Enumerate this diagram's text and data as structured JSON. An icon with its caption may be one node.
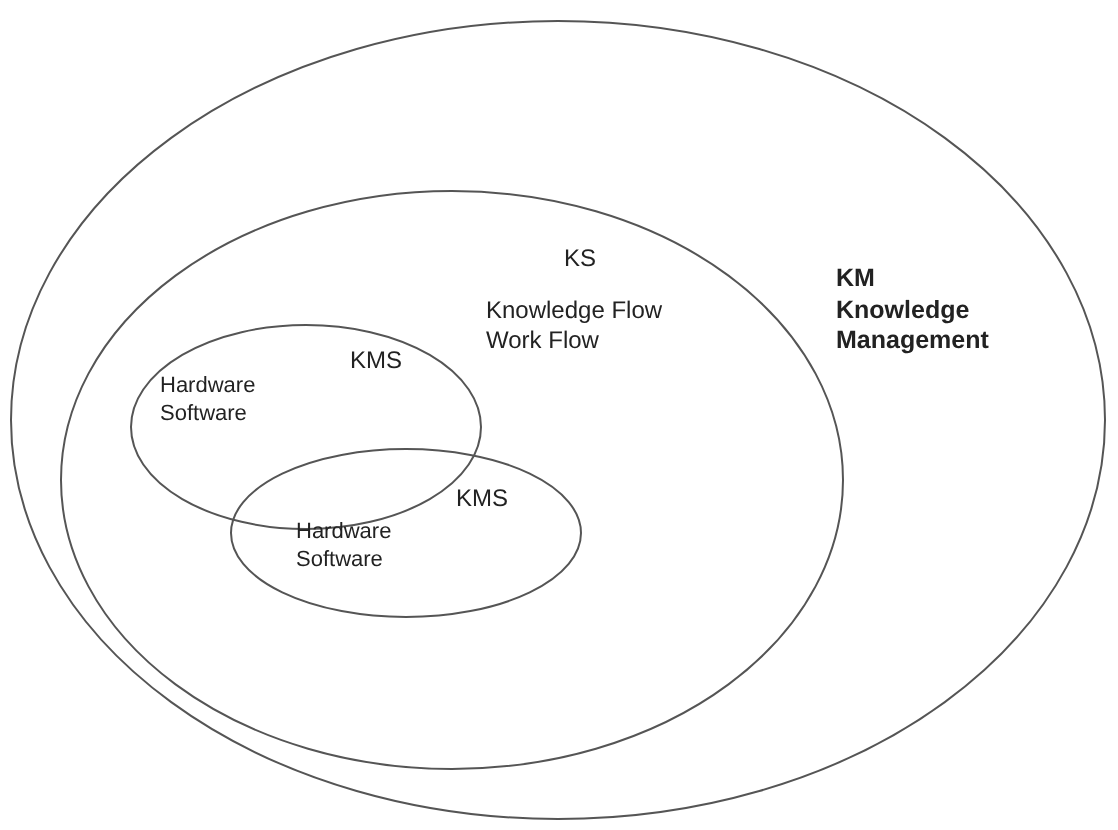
{
  "diagram": {
    "nodes": [
      {
        "text": [
          "KM Knowledge Management"
        ]
      },
      {
        "text": [
          "KS",
          "Knowledge Flow Work Flow"
        ],
        "in": 0
      },
      {
        "text": [
          "KMS",
          "Hardware Software"
        ],
        "in": 1
      },
      {
        "text": [
          "KMS",
          "Hardware Software"
        ],
        "in": 1
      }
    ]
  }
}
